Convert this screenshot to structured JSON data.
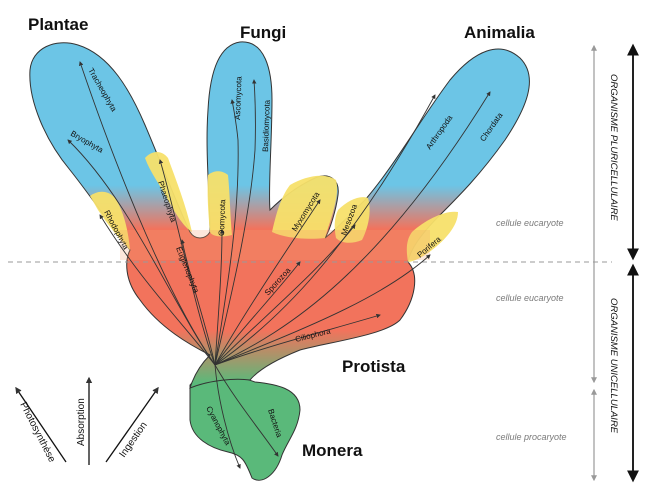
{
  "kingdoms": {
    "plantae": "Plantae",
    "fungi": "Fungi",
    "animalia": "Animalia",
    "protista": "Protista",
    "monera": "Monera"
  },
  "phyla": {
    "tracheophyta": "Tracheophyta",
    "bryophyta": "Bryophyta",
    "rhodophyta": "Rhodophyta",
    "phaeophyta": "Phaeophyta",
    "euglenophyta": "Euglenophyta",
    "ascomycota": "Ascomycota",
    "basidiomycota": "Basidiomycota",
    "oomycota": "Oomycota",
    "myxomycota": "Myxomycota",
    "sporozoa": "Sporozoa",
    "arthropoda": "Arthropoda",
    "chordata": "Chordata",
    "mesozoa": "Mesozoa",
    "porifera": "Porifera",
    "ciliophora": "Ciliophora",
    "cyanophyta": "Cyanophyta",
    "bacteria": "Bacteria"
  },
  "levels": {
    "eucaryote_upper": "cellule eucaryote",
    "eucaryote_lower": "cellule eucaryote",
    "procaryote": "cellule procaryote"
  },
  "organisation": {
    "pluricellulaire": "ORGANISME PLURICELLULAIRE",
    "unicellulaire": "ORGANISME UNICELLULAIRE"
  },
  "nutrition_legend": {
    "photosynthese": "Photosynthèse",
    "absorption": "Absorption",
    "ingestion": "Ingestion"
  },
  "colors": {
    "plantae_fungi_animalia": "#6cc5e6",
    "transition_yellow": "#f7e06a",
    "protista": "#f2735c",
    "monera": "#5ab97a",
    "divider": "#9a9a9a"
  }
}
